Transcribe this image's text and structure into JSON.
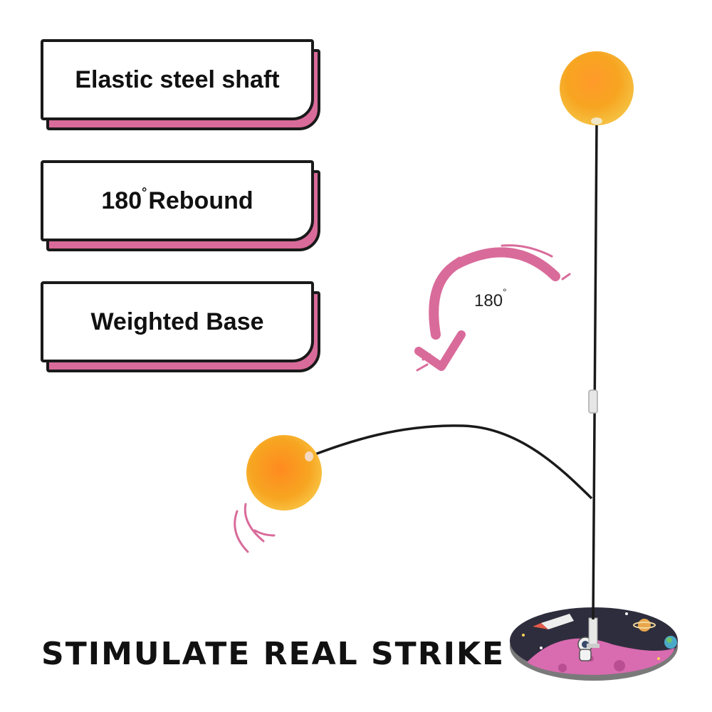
{
  "features": [
    {
      "label": "Elastic steel shaft"
    },
    {
      "number": "180",
      "degree": "°",
      "text": "Rebound"
    },
    {
      "label": "Weighted Base"
    }
  ],
  "rotation": {
    "number": "180",
    "degree": "°"
  },
  "headline": "Stimulate real strike",
  "colors": {
    "accent_pink": "#d96b9a",
    "ball_orange": "#f7a521",
    "outline": "#1a1a1a",
    "base_top": "#2b2b3a",
    "base_planet": "#d96bb0"
  }
}
